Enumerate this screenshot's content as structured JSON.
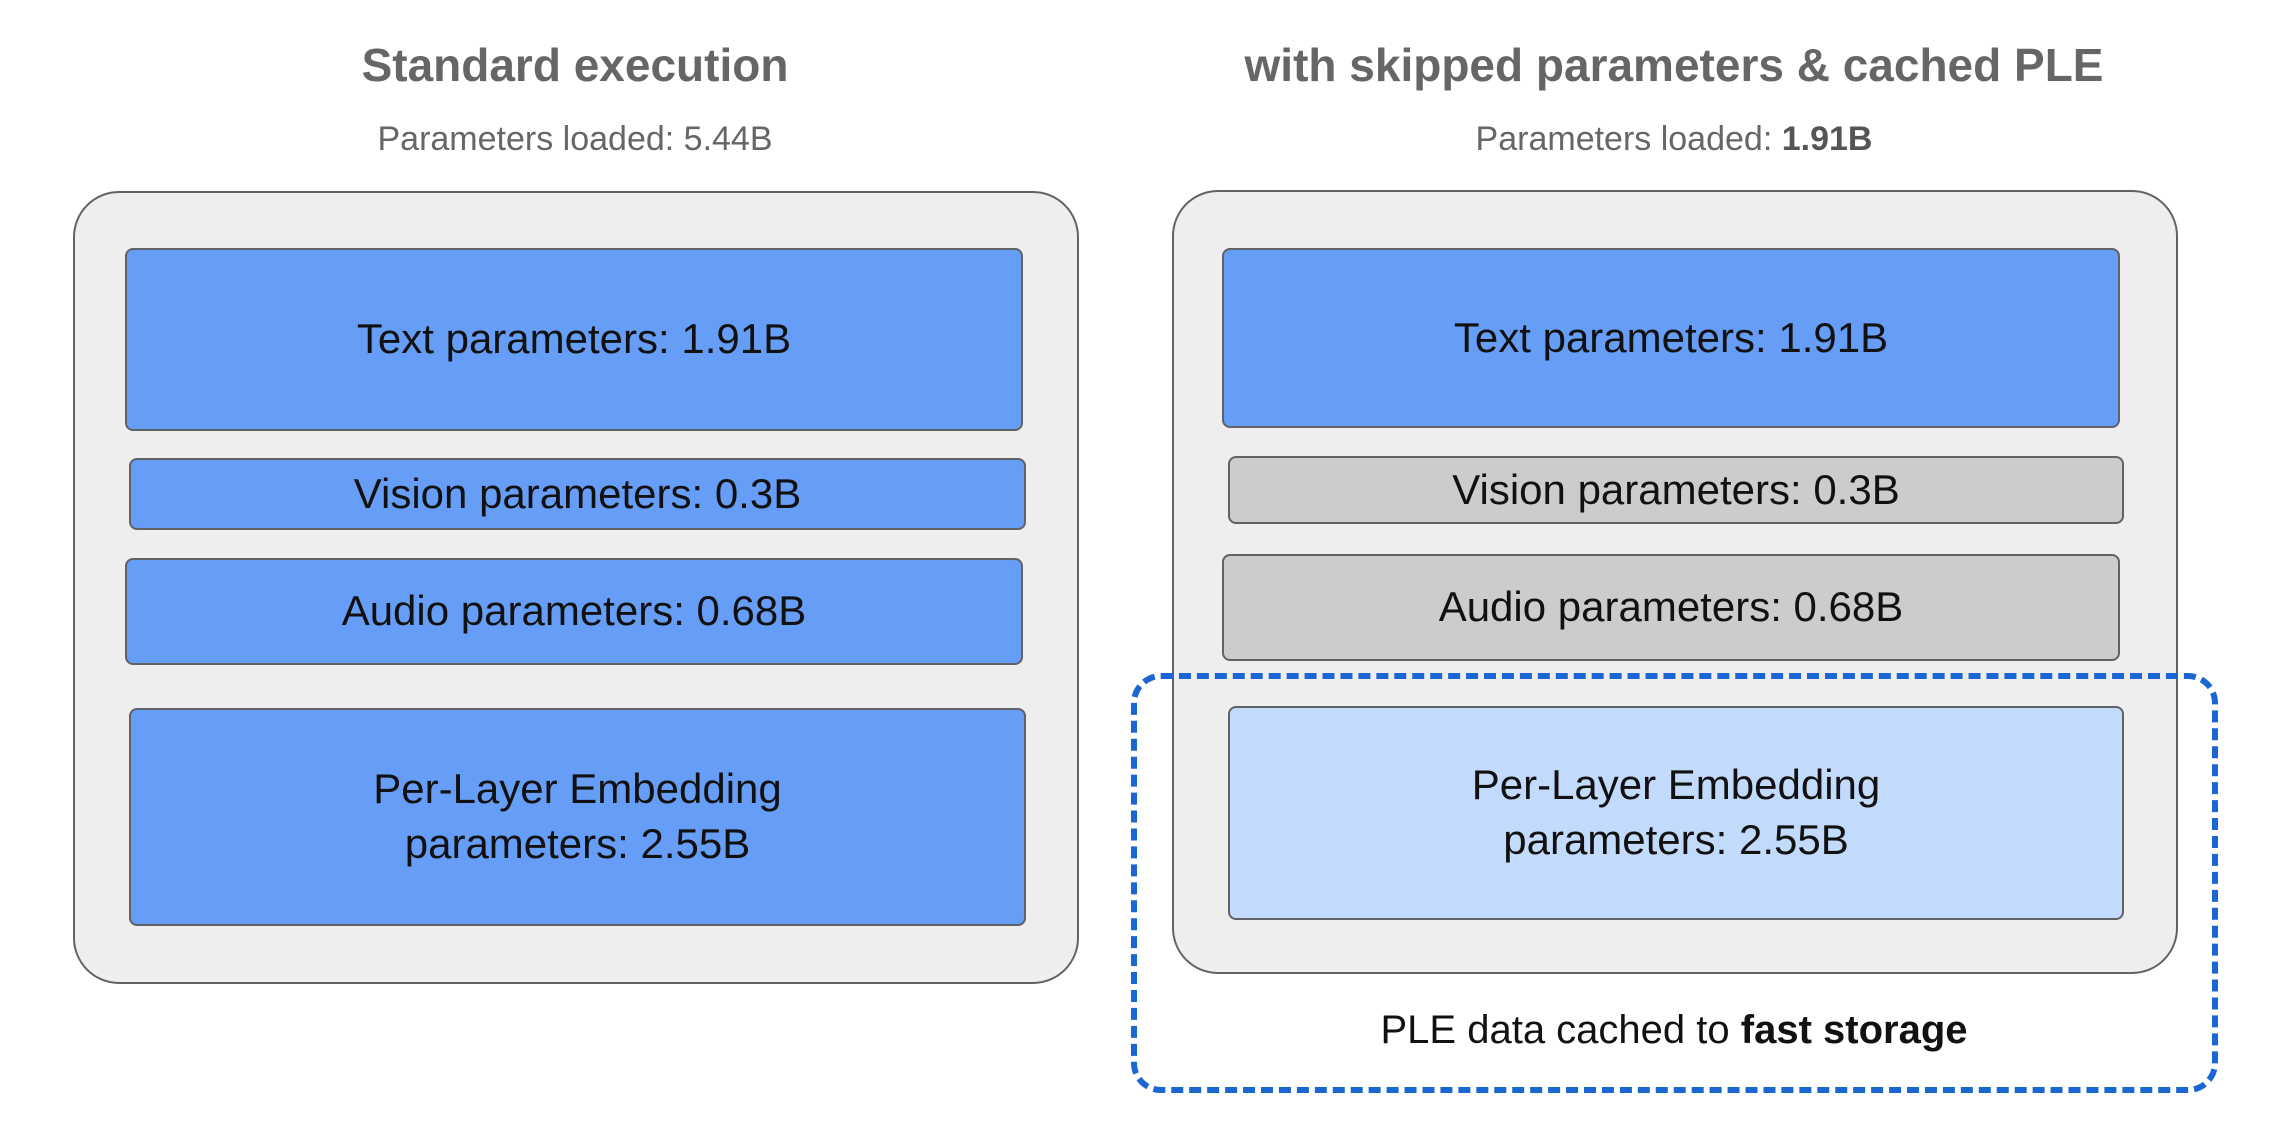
{
  "left": {
    "title": "Standard execution",
    "subtitle_label": "Parameters loaded: ",
    "subtitle_value": "5.44B",
    "blocks": [
      {
        "label": "Text parameters: 1.91B",
        "state": "loaded"
      },
      {
        "label": "Vision parameters: 0.3B",
        "state": "loaded"
      },
      {
        "label": "Audio parameters: 0.68B",
        "state": "loaded"
      },
      {
        "label_line1": "Per-Layer Embedding",
        "label_line2": "parameters: 2.55B",
        "state": "loaded"
      }
    ]
  },
  "right": {
    "title": "with skipped parameters & cached PLE",
    "subtitle_label": "Parameters loaded: ",
    "subtitle_value": "1.91B",
    "blocks": [
      {
        "label": "Text parameters: 1.91B",
        "state": "loaded"
      },
      {
        "label": "Vision parameters: 0.3B",
        "state": "skipped"
      },
      {
        "label": "Audio parameters: 0.68B",
        "state": "skipped"
      },
      {
        "label_line1": "Per-Layer Embedding",
        "label_line2": "parameters: 2.55B",
        "state": "cached"
      }
    ],
    "cache_caption_prefix": "PLE data cached to ",
    "cache_caption_bold": "fast storage"
  },
  "colors": {
    "loaded": "#669df6",
    "skipped": "#cccccc",
    "cached": "#c2dafc",
    "container": "#eeeeee",
    "cache_border": "#1a66d2",
    "title": "#666666"
  }
}
